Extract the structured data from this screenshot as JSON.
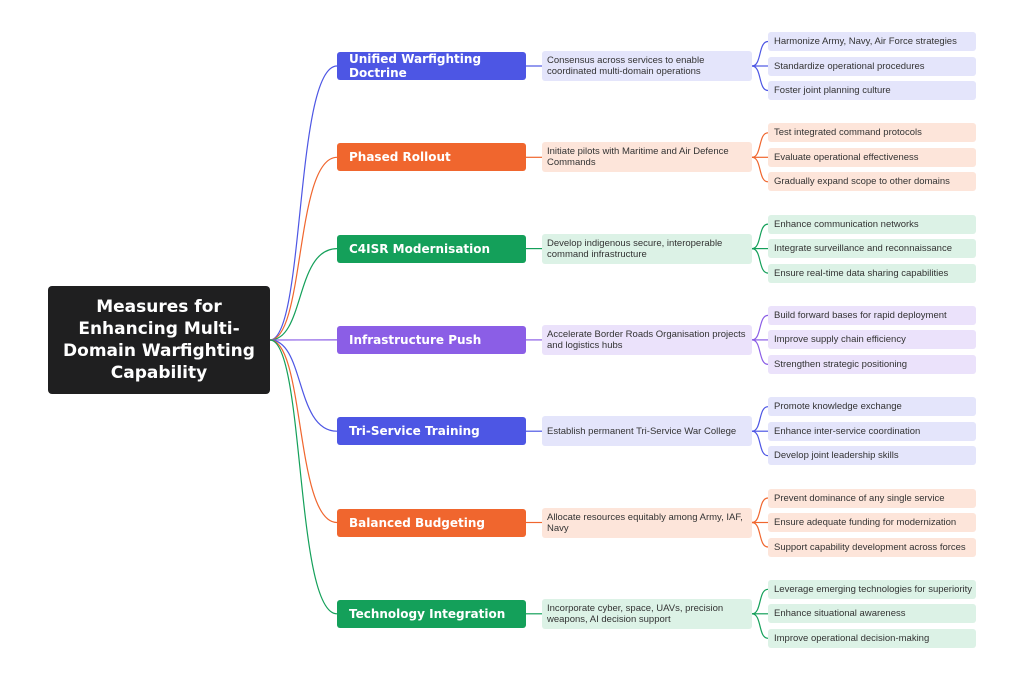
{
  "root": {
    "label": "Measures for Enhancing Multi-Domain Warfighting Capability"
  },
  "colors": {
    "blue": "#4d56e4",
    "orange": "#f0662e",
    "green": "#14a05a",
    "purple": "#8b5ee6",
    "blue_light": "#e4e5fb",
    "orange_light": "#fde5da",
    "green_light": "#dcf2e6",
    "purple_light": "#ebe2fb"
  },
  "branches": [
    {
      "label": "Unified Warfighting Doctrine",
      "color": "blue",
      "description": "Consensus across services to enable coordinated multi-domain operations",
      "leaves": [
        "Harmonize Army, Navy, Air Force strategies",
        "Standardize operational procedures",
        "Foster joint planning culture"
      ]
    },
    {
      "label": "Phased Rollout",
      "color": "orange",
      "description": "Initiate pilots with Maritime and Air Defence Commands",
      "leaves": [
        "Test integrated command protocols",
        "Evaluate operational effectiveness",
        "Gradually expand scope to other domains"
      ]
    },
    {
      "label": "C4ISR Modernisation",
      "color": "green",
      "description": "Develop indigenous secure, interoperable command infrastructure",
      "leaves": [
        "Enhance communication networks",
        "Integrate surveillance and reconnaissance",
        "Ensure real-time data sharing capabilities"
      ]
    },
    {
      "label": "Infrastructure Push",
      "color": "purple",
      "description": "Accelerate Border Roads Organisation projects and logistics hubs",
      "leaves": [
        "Build forward bases for rapid deployment",
        "Improve supply chain efficiency",
        "Strengthen strategic positioning"
      ]
    },
    {
      "label": "Tri-Service Training",
      "color": "blue",
      "description": "Establish permanent Tri-Service War College",
      "leaves": [
        "Promote knowledge exchange",
        "Enhance inter-service coordination",
        "Develop joint leadership skills"
      ]
    },
    {
      "label": "Balanced Budgeting",
      "color": "orange",
      "description": "Allocate resources equitably among Army, IAF, Navy",
      "leaves": [
        "Prevent dominance of any single service",
        "Ensure adequate funding for modernization",
        "Support capability development across forces"
      ]
    },
    {
      "label": "Technology Integration",
      "color": "green",
      "description": "Incorporate cyber, space, UAVs, precision weapons, AI decision support",
      "leaves": [
        "Leverage emerging technologies for superiority",
        "Enhance situational awareness",
        "Improve operational decision-making"
      ]
    }
  ]
}
